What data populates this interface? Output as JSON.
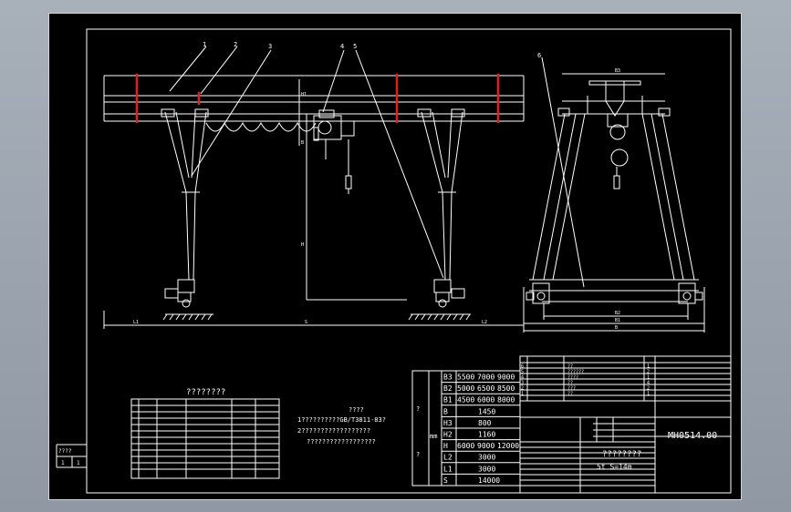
{
  "drawing": {
    "drawing_number": "MH0514.00",
    "title": "????????",
    "spec_text": "5t   S=14m",
    "notes_heading": "????",
    "notes": [
      "1??????????GB/T3811-83?",
      "2??????????????????",
      "??????????????????"
    ],
    "params_title": "????????",
    "side_dims": {
      "l1": "L1",
      "s": "S",
      "l2": "L2",
      "h1": "H1",
      "h": "H",
      "b": "B"
    },
    "end_dims": {
      "b3": "B3",
      "b2": "B2",
      "b1": "B1",
      "b0": "B"
    },
    "callouts": [
      "1",
      "2",
      "3",
      "4",
      "5",
      "6"
    ],
    "corner_block": {
      "label": "????",
      "cells": [
        "1",
        "1"
      ]
    },
    "colors": {
      "background": "#000000",
      "line": "#ffffff",
      "accent": "#e0201a",
      "frame": "#cfd3d8"
    }
  },
  "dims_table": {
    "unit": "mm",
    "side_label": "?",
    "rows": [
      {
        "key": "B3",
        "vals": [
          "5500",
          "7000",
          "9000"
        ]
      },
      {
        "key": "B2",
        "vals": [
          "5000",
          "6500",
          "8500"
        ]
      },
      {
        "key": "B1",
        "vals": [
          "4500",
          "6000",
          "8000"
        ]
      },
      {
        "key": "B",
        "vals": [
          "1450"
        ]
      },
      {
        "key": "H3",
        "vals": [
          "800"
        ]
      },
      {
        "key": "H2",
        "vals": [
          "1160"
        ]
      },
      {
        "key": "H",
        "vals": [
          "6000",
          "9000",
          "12000"
        ]
      },
      {
        "key": "L2",
        "vals": [
          "3000"
        ]
      },
      {
        "key": "L1",
        "vals": [
          "3000"
        ]
      },
      {
        "key": "S",
        "vals": [
          "14000"
        ]
      }
    ]
  },
  "parts_list": [
    {
      "no": "6",
      "name": "??",
      "qty": "1"
    },
    {
      "no": "5",
      "name": "??????",
      "qty": "2"
    },
    {
      "no": "4",
      "name": "????",
      "qty": "1"
    },
    {
      "no": "3",
      "name": "??",
      "qty": "4"
    },
    {
      "no": "2",
      "name": "???",
      "qty": "2"
    },
    {
      "no": "1",
      "name": "??",
      "qty": "1"
    }
  ]
}
